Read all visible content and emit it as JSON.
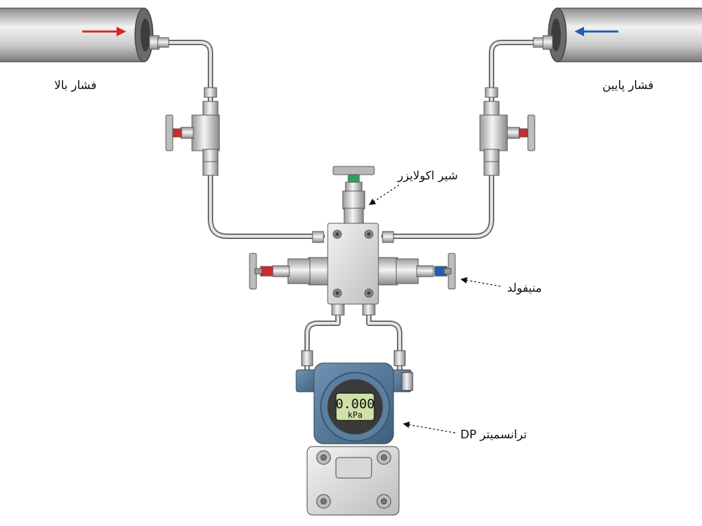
{
  "labels": {
    "high_pressure": "فشار بالا",
    "low_pressure": "فشار پایین",
    "equalizer_valve": "شیر اکولایزر",
    "manifold": "منیفولد",
    "dp_transmitter": "ترانسمیتر DP"
  },
  "display": {
    "value": "0.000",
    "unit": "kPa"
  },
  "colors": {
    "high_side": "#d02a2a",
    "low_side": "#1f5fb0",
    "equalizer_handle": "#2aa05a",
    "transmitter_body": "#4f7596"
  }
}
